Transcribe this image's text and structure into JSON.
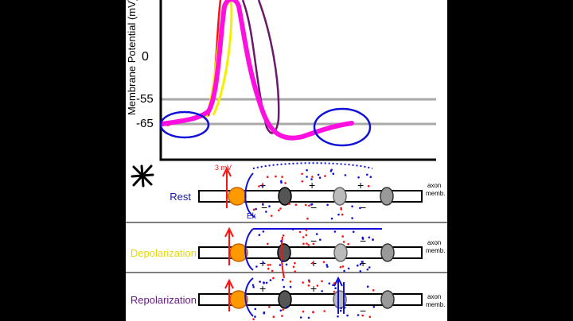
{
  "graph": {
    "y_axis_label": "Membrane Potential (mV)",
    "ticks": [
      "0",
      "-55",
      "-65"
    ]
  },
  "stages": [
    {
      "label": "Rest",
      "color": "#1a1aa0"
    },
    {
      "label": "Depolarization",
      "color": "#e8d800"
    },
    {
      "label": "Repolarization",
      "color": "#6b1a8a"
    }
  ],
  "annotations": {
    "voltage_note": "3 mV",
    "ek_label": "Ek",
    "membrane_label_line1": "axon",
    "membrane_label_line2": "memb."
  },
  "colors": {
    "magenta_trace": "#ff10e0",
    "red_trace": "#ff1010",
    "yellow_trace": "#f5f000",
    "purple_trace": "#6a1a6a",
    "blue_annotation": "#1010d8",
    "threshold_gray": "#a8a8a8",
    "pump_orange": "#ff9900"
  }
}
